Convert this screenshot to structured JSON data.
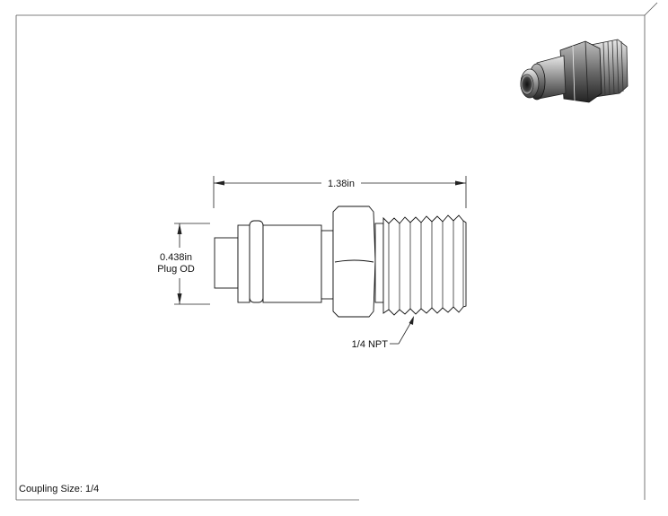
{
  "drawing": {
    "overall_length_label": "1.38in",
    "plug_od_value": "0.438in",
    "plug_od_caption": "Plug OD",
    "thread_label": "1/4 NPT"
  },
  "footer": {
    "coupling_size": "Coupling Size: 1/4"
  }
}
